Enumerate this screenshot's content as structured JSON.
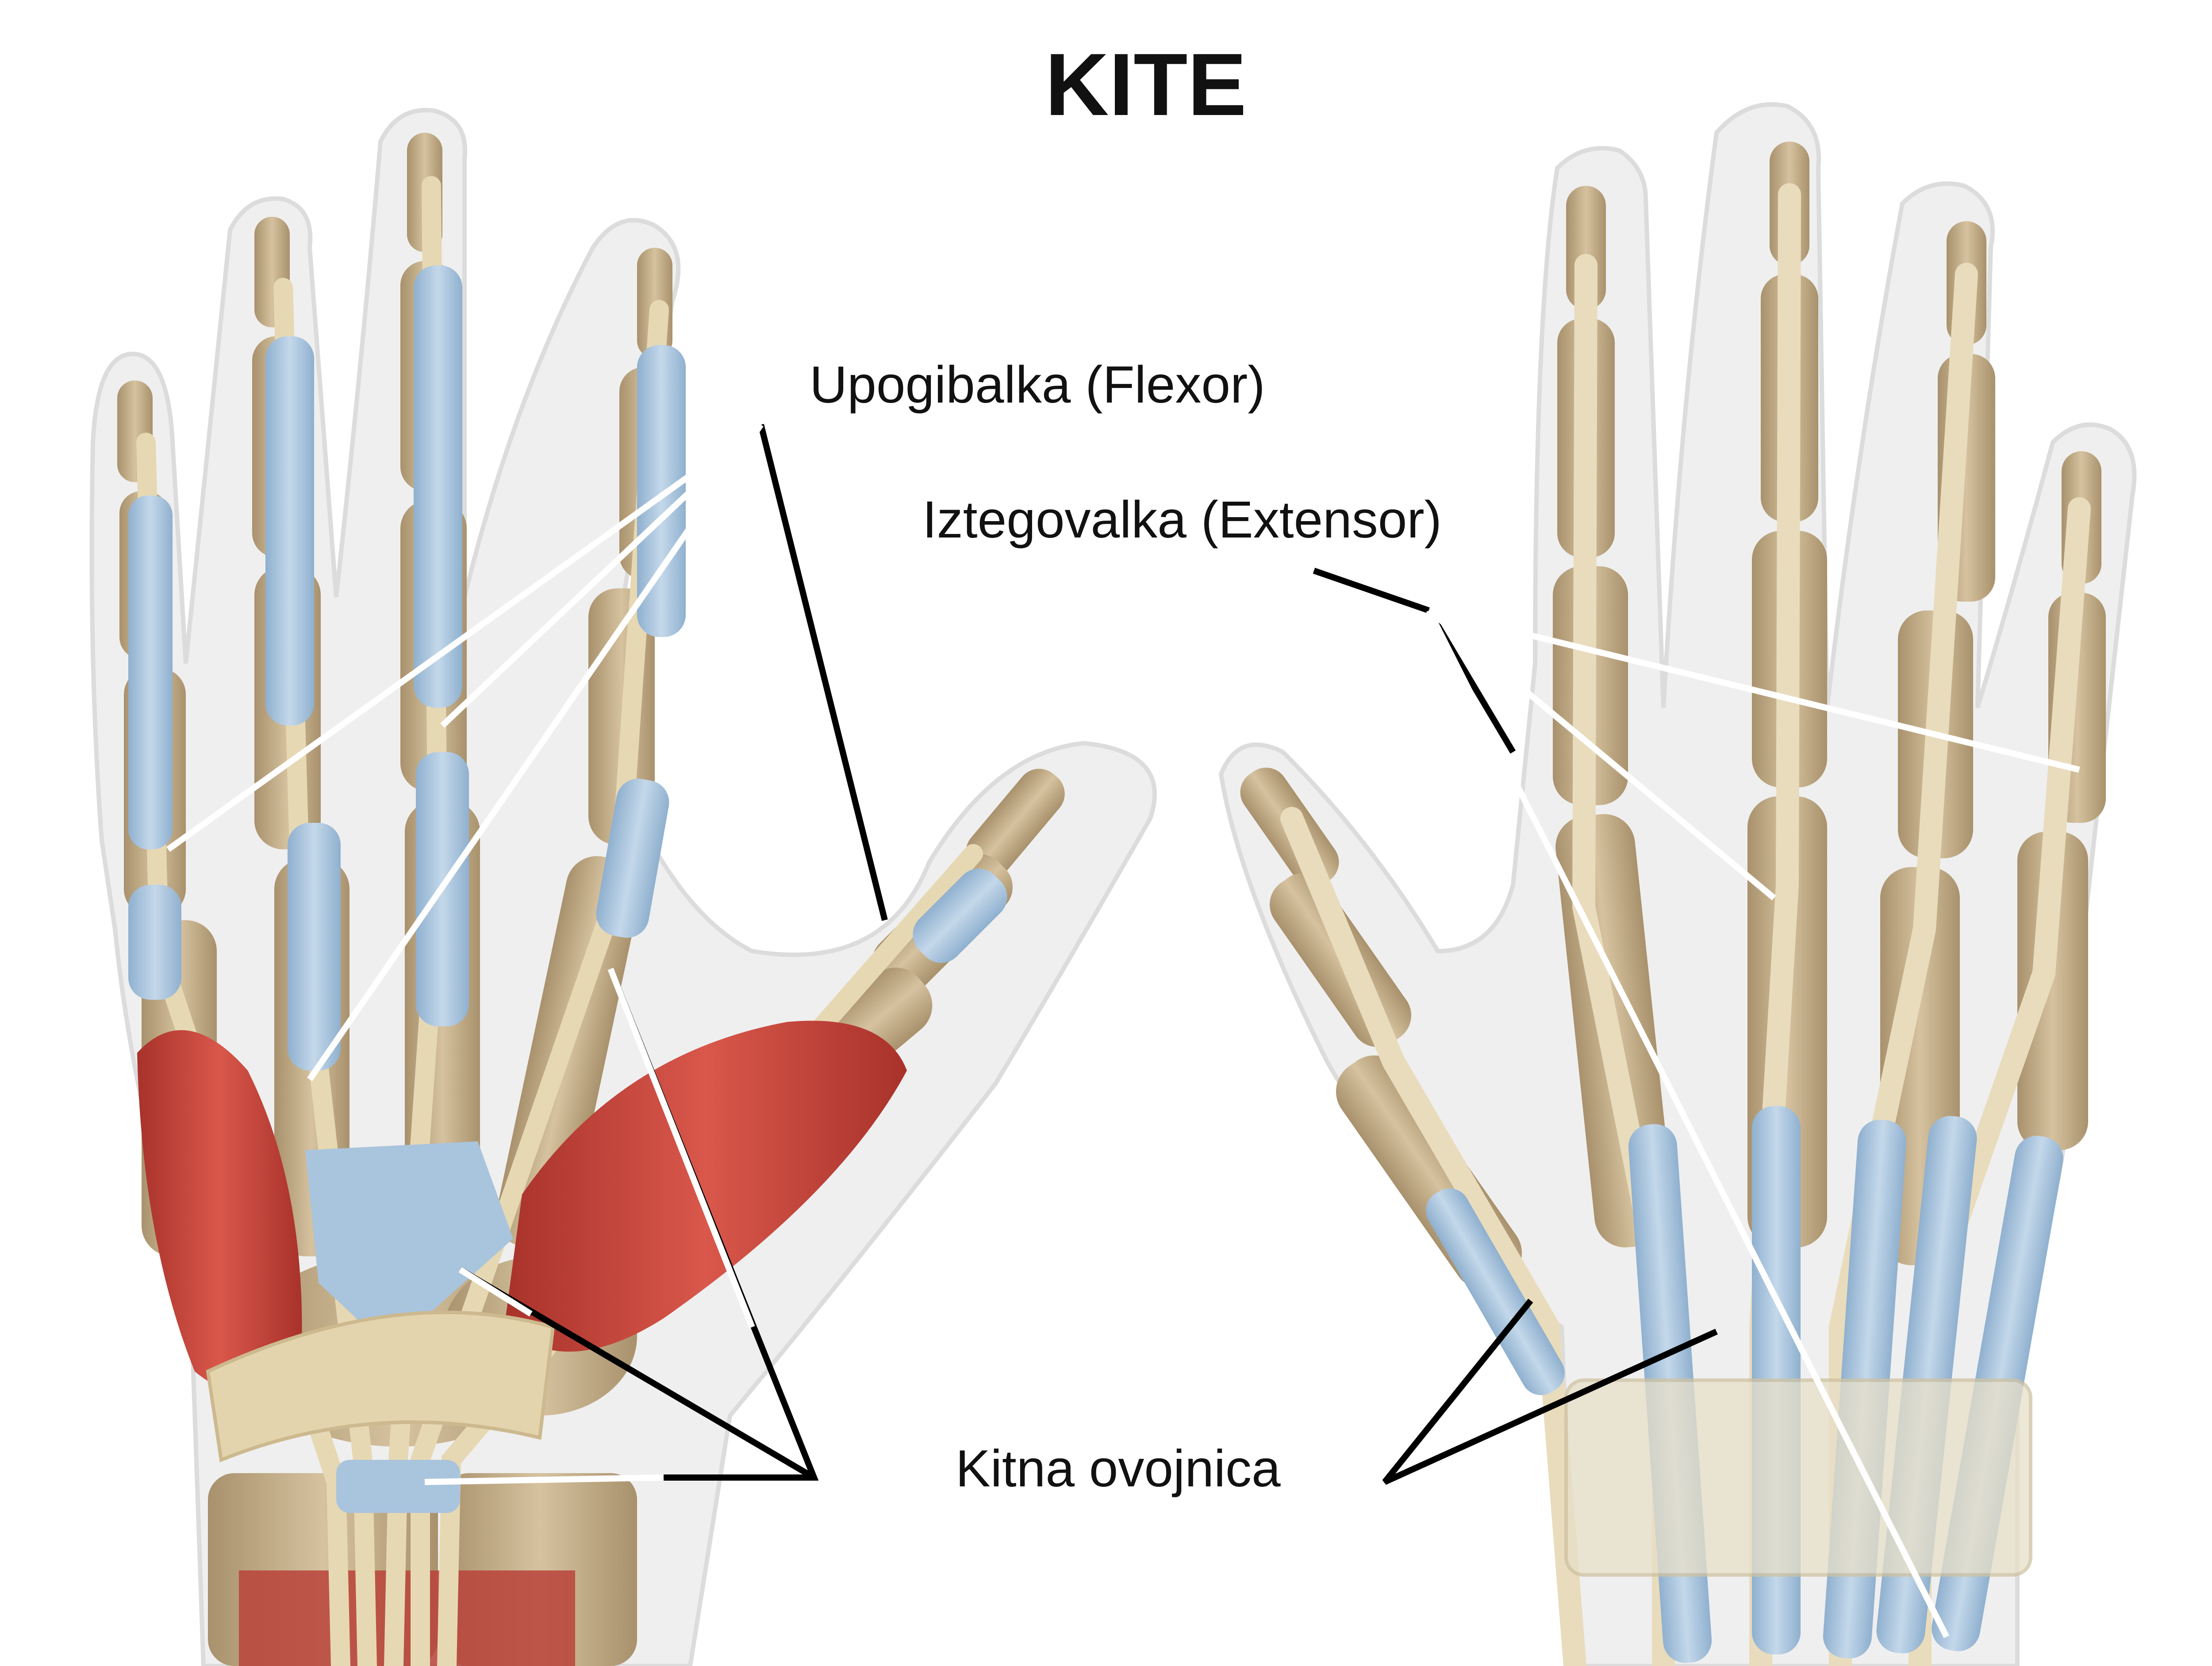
{
  "title": "KITE",
  "labels": {
    "flexor": "Upogibalka (Flexor)",
    "extensor": "Iztegovalka (Extensor)",
    "sheath": "Kitna ovojnica"
  },
  "colors": {
    "background": "#ffffff",
    "skin": "#eeeeee",
    "bone": "#c8b28f",
    "tendon": "#e9dcbc",
    "sheath": "#a9c4dd",
    "muscle": "#c8443a",
    "leader_black": "#000000",
    "leader_white": "#ffffff"
  }
}
